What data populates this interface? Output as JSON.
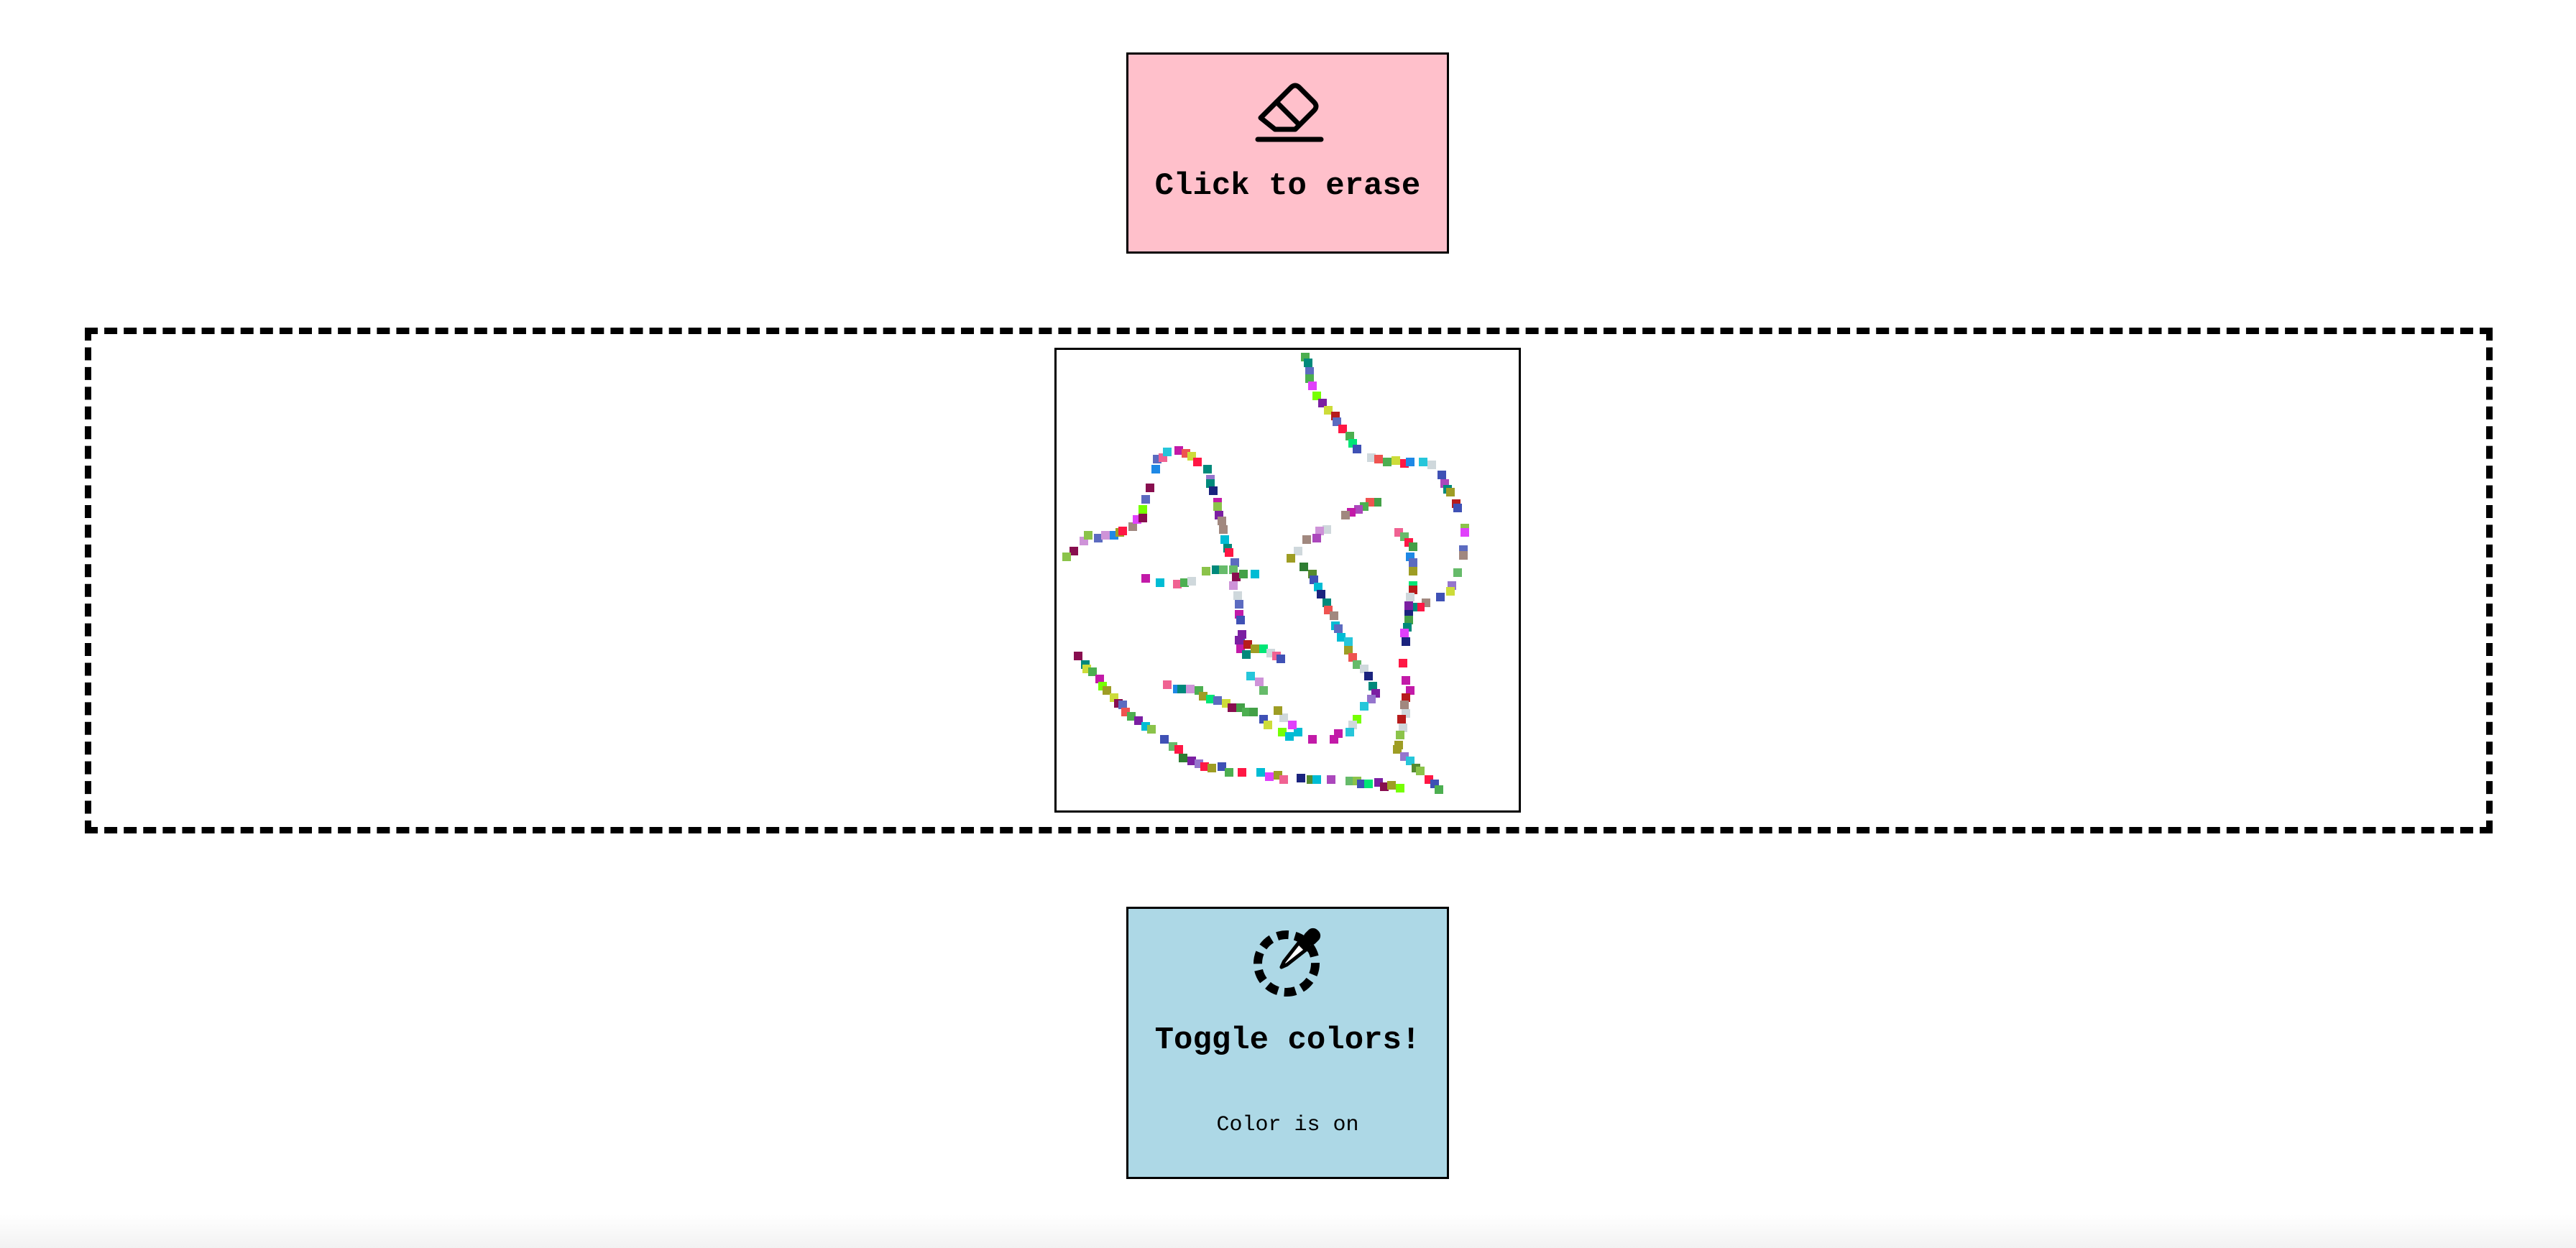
{
  "erase_button": {
    "label": "Click to erase",
    "icon": "eraser-icon",
    "background": "#ffc0cb"
  },
  "canvas": {
    "frame_border": "dashed",
    "drawing": "multicolored pixel scribble"
  },
  "toggle_button": {
    "label": "Toggle colors!",
    "status": "Color is on",
    "icon": "color-picker-icon",
    "background": "#add8e6"
  },
  "colors": {
    "page_background": "#ffffff",
    "border": "#000000"
  }
}
